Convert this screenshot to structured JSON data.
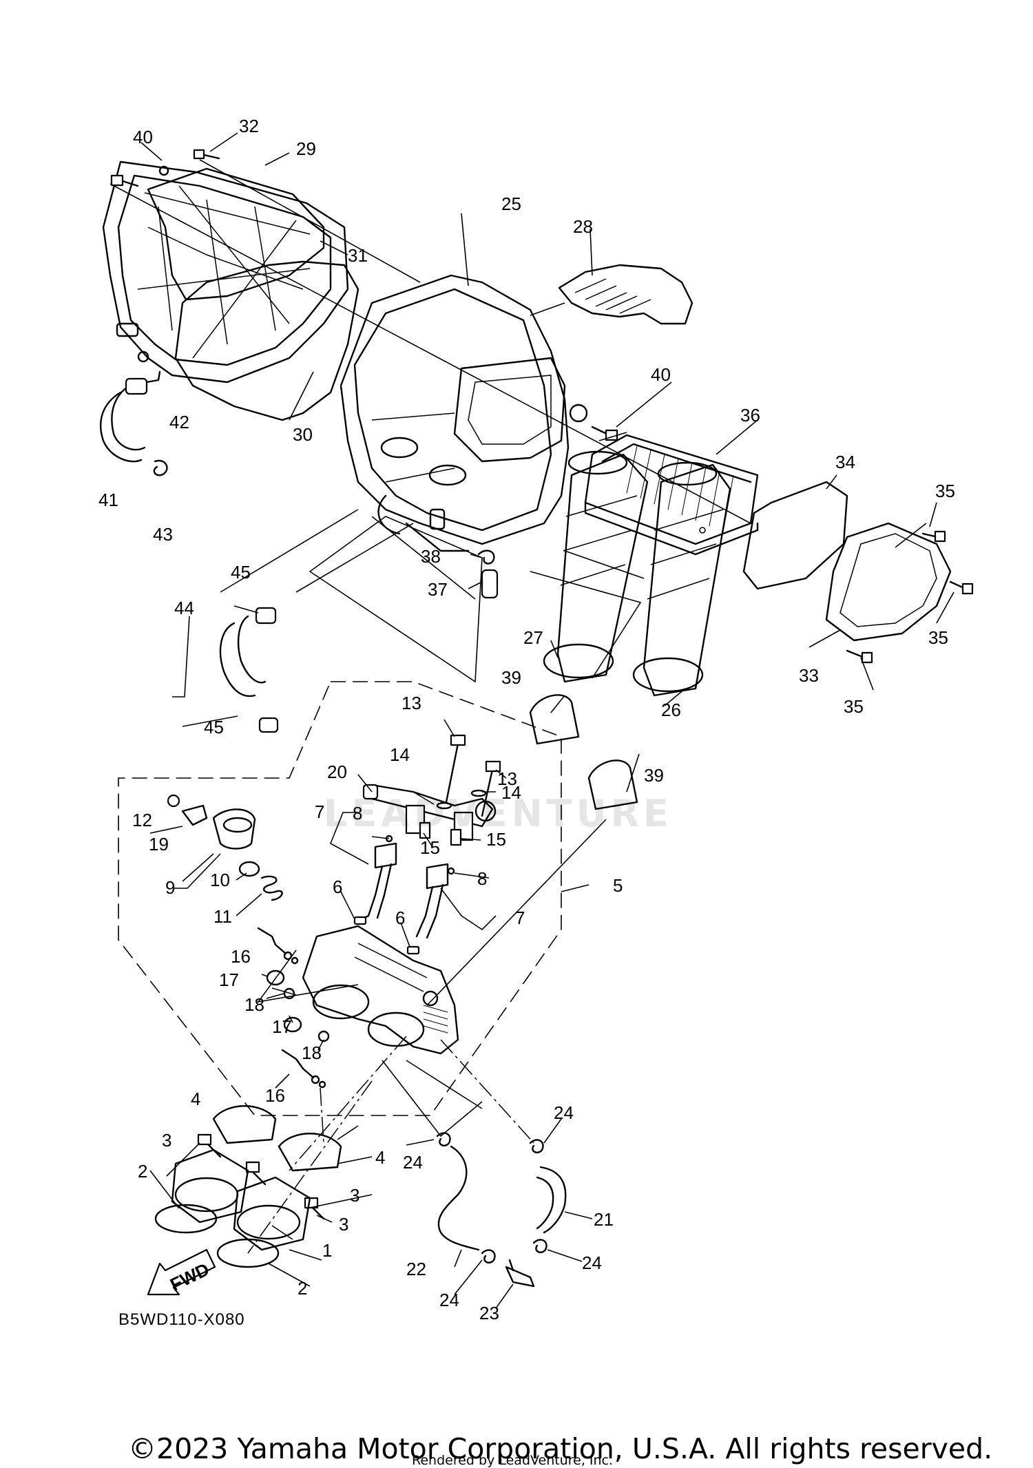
{
  "diagram": {
    "code": "B5WD110-X080",
    "fwd_label": "FWD",
    "watermark": "LEADVENTURE"
  },
  "callouts": [
    "1",
    "2",
    "3",
    "4",
    "5",
    "6",
    "7",
    "8",
    "9",
    "10",
    "11",
    "12",
    "13",
    "14",
    "15",
    "16",
    "17",
    "18",
    "19",
    "20",
    "21",
    "22",
    "23",
    "24",
    "25",
    "26",
    "27",
    "28",
    "29",
    "30",
    "31",
    "32",
    "33",
    "34",
    "35",
    "36",
    "37",
    "38",
    "39",
    "40",
    "41",
    "42",
    "43",
    "44",
    "45"
  ],
  "footer": {
    "copyright": "©2023 Yamaha Motor Corporation, U.S.A. All rights reserved.",
    "rendered_by": "Rendered by LeadVenture, Inc."
  }
}
